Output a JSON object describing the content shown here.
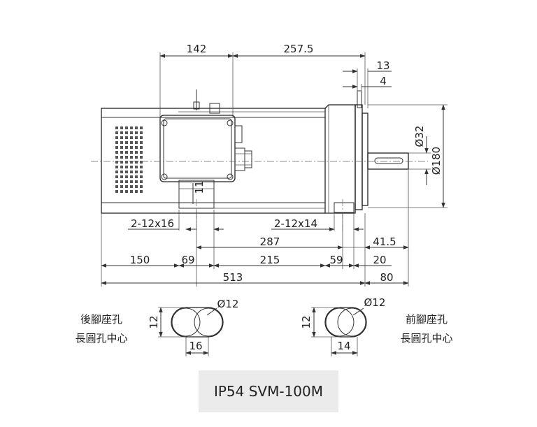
{
  "dimensions": {
    "top_142": "142",
    "top_257_5": "257.5",
    "right_13": "13",
    "right_4": "4",
    "shaft_dia": "Ø32",
    "flange_dia": "Ø180",
    "bolt_height_11": "11",
    "rear_holes": "2-12x16",
    "front_holes": "2-12x14",
    "d287": "287",
    "d41_5": "41.5",
    "d150": "150",
    "d69": "69",
    "d215": "215",
    "d59": "59",
    "d20": "20",
    "d513": "513",
    "d80": "80"
  },
  "slots": {
    "rear": {
      "dia": "Ø12",
      "height": "12",
      "width": "16",
      "label_line1": "後腳座孔",
      "label_line2": "長圓孔中心"
    },
    "front": {
      "dia": "Ø12",
      "height": "12",
      "width": "14",
      "label_line1": "前腳座孔",
      "label_line2": "長圓孔中心"
    }
  },
  "model": "IP54 SVM-100M"
}
